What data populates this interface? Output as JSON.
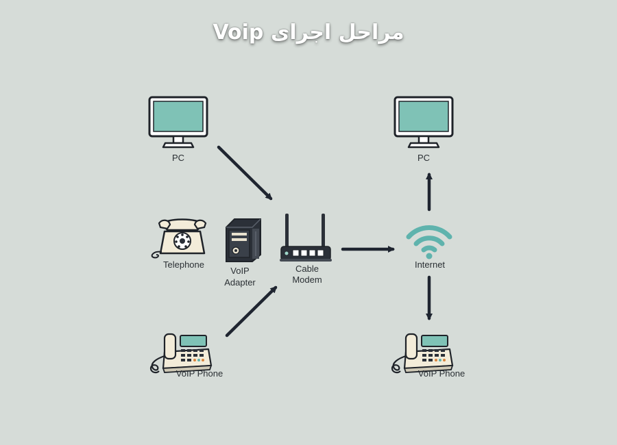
{
  "title": "مراحل اجرای Voip",
  "colors": {
    "background": "#d6dcd8",
    "outline": "#1f2329",
    "screen": "#7fc2b6",
    "phone_body": "#f3ecd9",
    "device_dark": "#2b3038",
    "wifi": "#5fb3ad",
    "arrow": "#1f2530"
  },
  "nodes": {
    "pc_left": {
      "label": "PC",
      "icon": "desktop-computer"
    },
    "telephone": {
      "label": "Telephone",
      "icon": "rotary-telephone"
    },
    "voip_adapter": {
      "label_line1": "VoIP",
      "label_line2": "Adapter",
      "icon": "voip-adapter-box"
    },
    "voip_phone_left": {
      "label": "VoIP Phone",
      "icon": "ip-phone"
    },
    "cable_modem": {
      "label_line1": "Cable",
      "label_line2": "Modem",
      "icon": "router"
    },
    "internet": {
      "label": "Internet",
      "icon": "wifi"
    },
    "pc_right": {
      "label": "PC",
      "icon": "desktop-computer"
    },
    "voip_phone_right": {
      "label": "VoIP Phone",
      "icon": "ip-phone"
    }
  }
}
